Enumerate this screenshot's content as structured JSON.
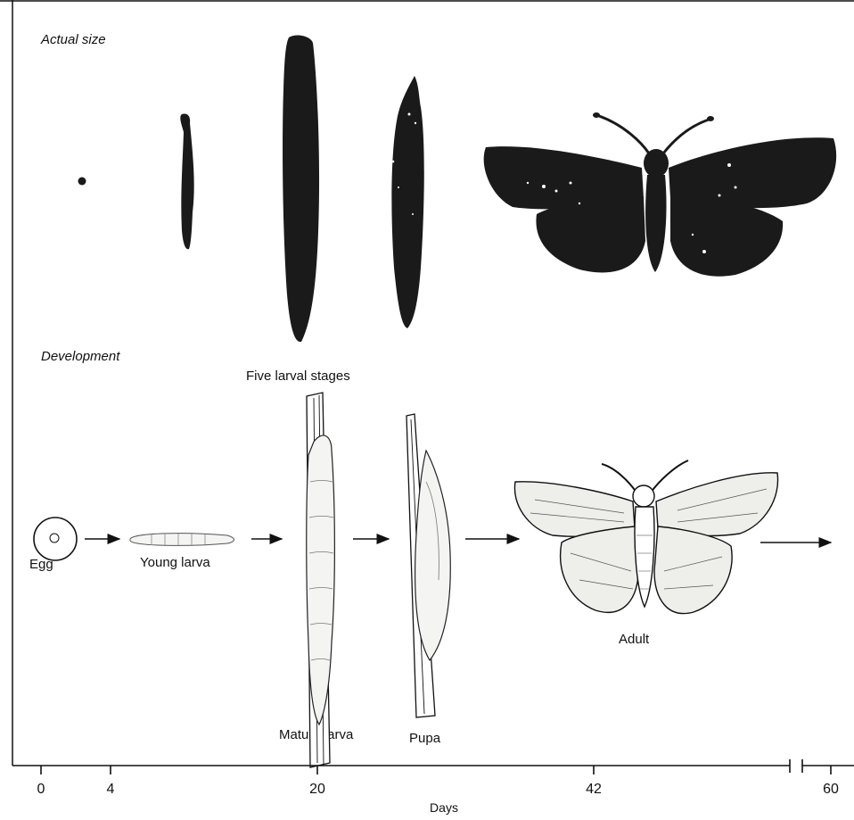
{
  "section_labels": {
    "actual_size": "Actual size",
    "development": "Development",
    "five_larval_stages": "Five larval stages"
  },
  "stage_labels": {
    "egg": "Egg",
    "young_larva": "Young larva",
    "mature_larva": "Mature larva",
    "pupa": "Pupa",
    "adult": "Adult"
  },
  "axis": {
    "title": "Days",
    "ticks": [
      "0",
      "4",
      "20",
      "42",
      "60"
    ]
  },
  "colors": {
    "ink": "#111111",
    "silhouette": "#1a1a1a",
    "paper": "#ffffff",
    "sketch_fill": "#f4f4f2"
  }
}
